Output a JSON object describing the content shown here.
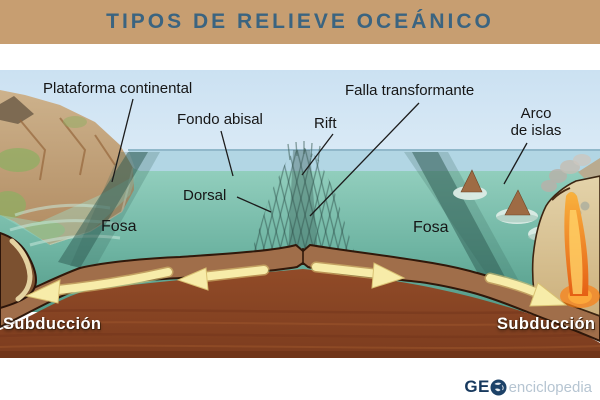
{
  "header": {
    "title": "TIPOS DE RELIEVE OCEÁNICO",
    "bg_color": "#c79e71",
    "text_color": "#3b6480"
  },
  "diagram": {
    "labels": {
      "plataforma_continental": "Plataforma continental",
      "fondo_abisal": "Fondo abisal",
      "falla_transformante": "Falla transformante",
      "rift": "Rift",
      "arco_line1": "Arco",
      "arco_line2": "de islas",
      "dorsal": "Dorsal",
      "fosa_left": "Fosa",
      "fosa_right": "Fosa",
      "subduccion_left": "Subducción",
      "subduccion_right": "Subducción"
    },
    "colors": {
      "sky": "#cfe4f3",
      "water_surface": "#b2d6e4",
      "water_front": "#6fb5a3",
      "land": "#c3a078",
      "trench_shadow": "#2e5a52",
      "oceanic_plate": "#a06e4a",
      "mantle": "#8a4727",
      "continental_edge_stripe": "#ead9a8",
      "arrow": "#f7eca9",
      "magma": "#ef7d1c",
      "volcano_sand": "#dcc89c",
      "label_text": "#161616",
      "subduction_text": "#ffffff"
    }
  },
  "footer": {
    "brand_prefix": "GE",
    "globe_icon": "globe-icon",
    "brand_suffix": "enciclopedia"
  }
}
